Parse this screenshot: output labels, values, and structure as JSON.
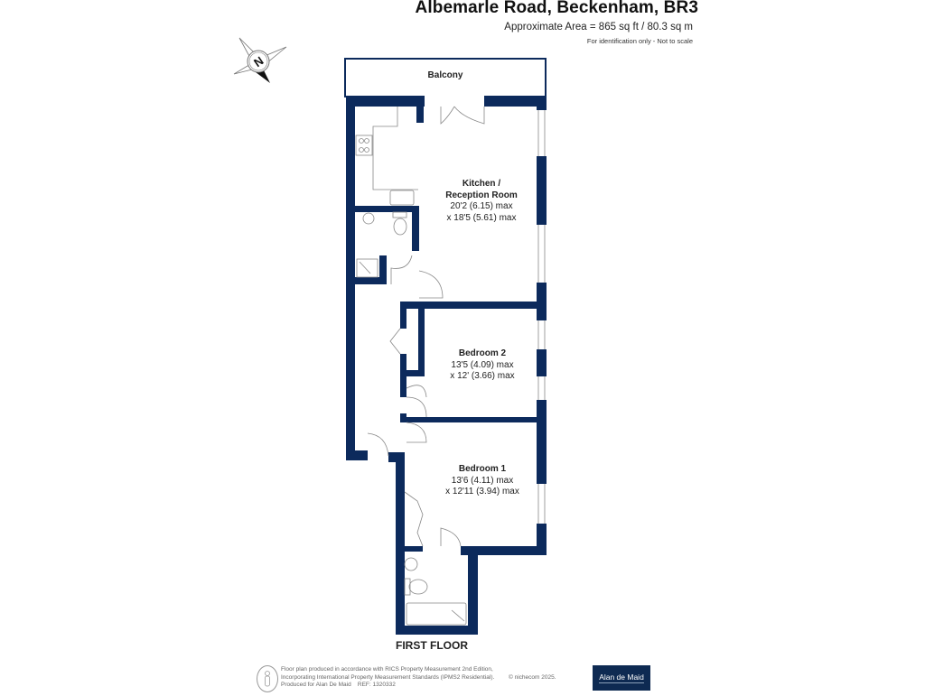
{
  "header": {
    "title": "Albemarle Road, Beckenham, BR3",
    "area": "Approximate Area = 865 sq ft / 80.3 sq m",
    "note": "For identification only - Not to scale"
  },
  "compass": {
    "label": "N",
    "icon": "compass-rose-icon"
  },
  "rooms": {
    "balcony": {
      "name": "Balcony"
    },
    "kitchen": {
      "name_line1": "Kitchen /",
      "name_line2": "Reception Room",
      "dim1": "20'2 (6.15) max",
      "dim2": "x 18'5 (5.61) max"
    },
    "bedroom2": {
      "name": "Bedroom 2",
      "dim1": "13'5 (4.09) max",
      "dim2": "x 12' (3.66) max"
    },
    "bedroom1": {
      "name": "Bedroom 1",
      "dim1": "13'6 (4.11) max",
      "dim2": "x 12'11 (3.94) max"
    }
  },
  "floor_label": "FIRST FLOOR",
  "footer": {
    "text": "Floor plan produced in accordance with RICS Property Measurement 2nd Edition,\nIncorporating International Property Measurement Standards (IPMS2 Residential).\nProduced for Alan De Maid    REF: 1320332",
    "copyright": "© nichecom 2025.",
    "logo": "Alan de Maid"
  },
  "colors": {
    "wall": "#0c2a5c",
    "fixture": "#8a8a8a",
    "background": "#ffffff"
  }
}
